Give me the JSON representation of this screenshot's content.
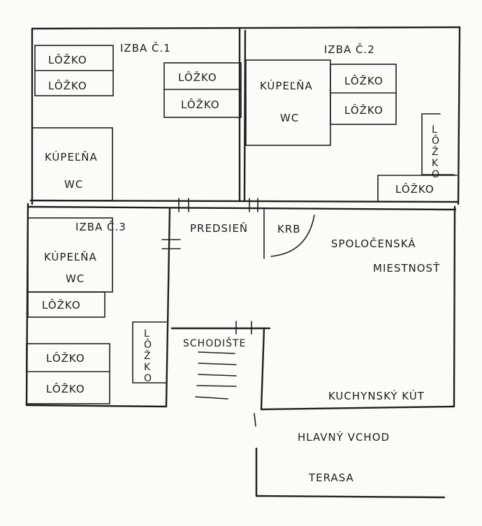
{
  "rooms": {
    "room1": {
      "title": "IZBA Č.1",
      "beds": [
        "LÔŽKO",
        "LÔŽKO",
        "LÔŽKO",
        "LÔŽKO"
      ],
      "bath": [
        "KÚPEĽŇA",
        "WC"
      ]
    },
    "room2": {
      "title": "IZBA Č.2",
      "beds": [
        "LÔŽKO",
        "LÔŽKO",
        "LÔŽKO"
      ],
      "bed_vertical": [
        "L",
        "Ô",
        "Ž",
        "K",
        "O"
      ],
      "bath": [
        "KÚPEĽŇA",
        "WC"
      ]
    },
    "room3": {
      "title": "IZBA Č.3",
      "beds": [
        "LÔŽKO",
        "LÔŽKO",
        "LÔŽKO"
      ],
      "bed_vertical": [
        "L",
        "Ô",
        "Ž",
        "K",
        "O"
      ],
      "bath": [
        "KÚPEĽŇA",
        "WC"
      ]
    }
  },
  "areas": {
    "hall": "PREDSIEŇ",
    "fireplace": "KRB",
    "common_room": [
      "SPOLOČENSKÁ",
      "MIESTNOSŤ"
    ],
    "stairs": "SCHODIŠTE",
    "kitchen": "KUCHYNSKÝ KÚT",
    "entrance": "HLAVNÝ VCHOD",
    "terrace": "TERASA"
  }
}
